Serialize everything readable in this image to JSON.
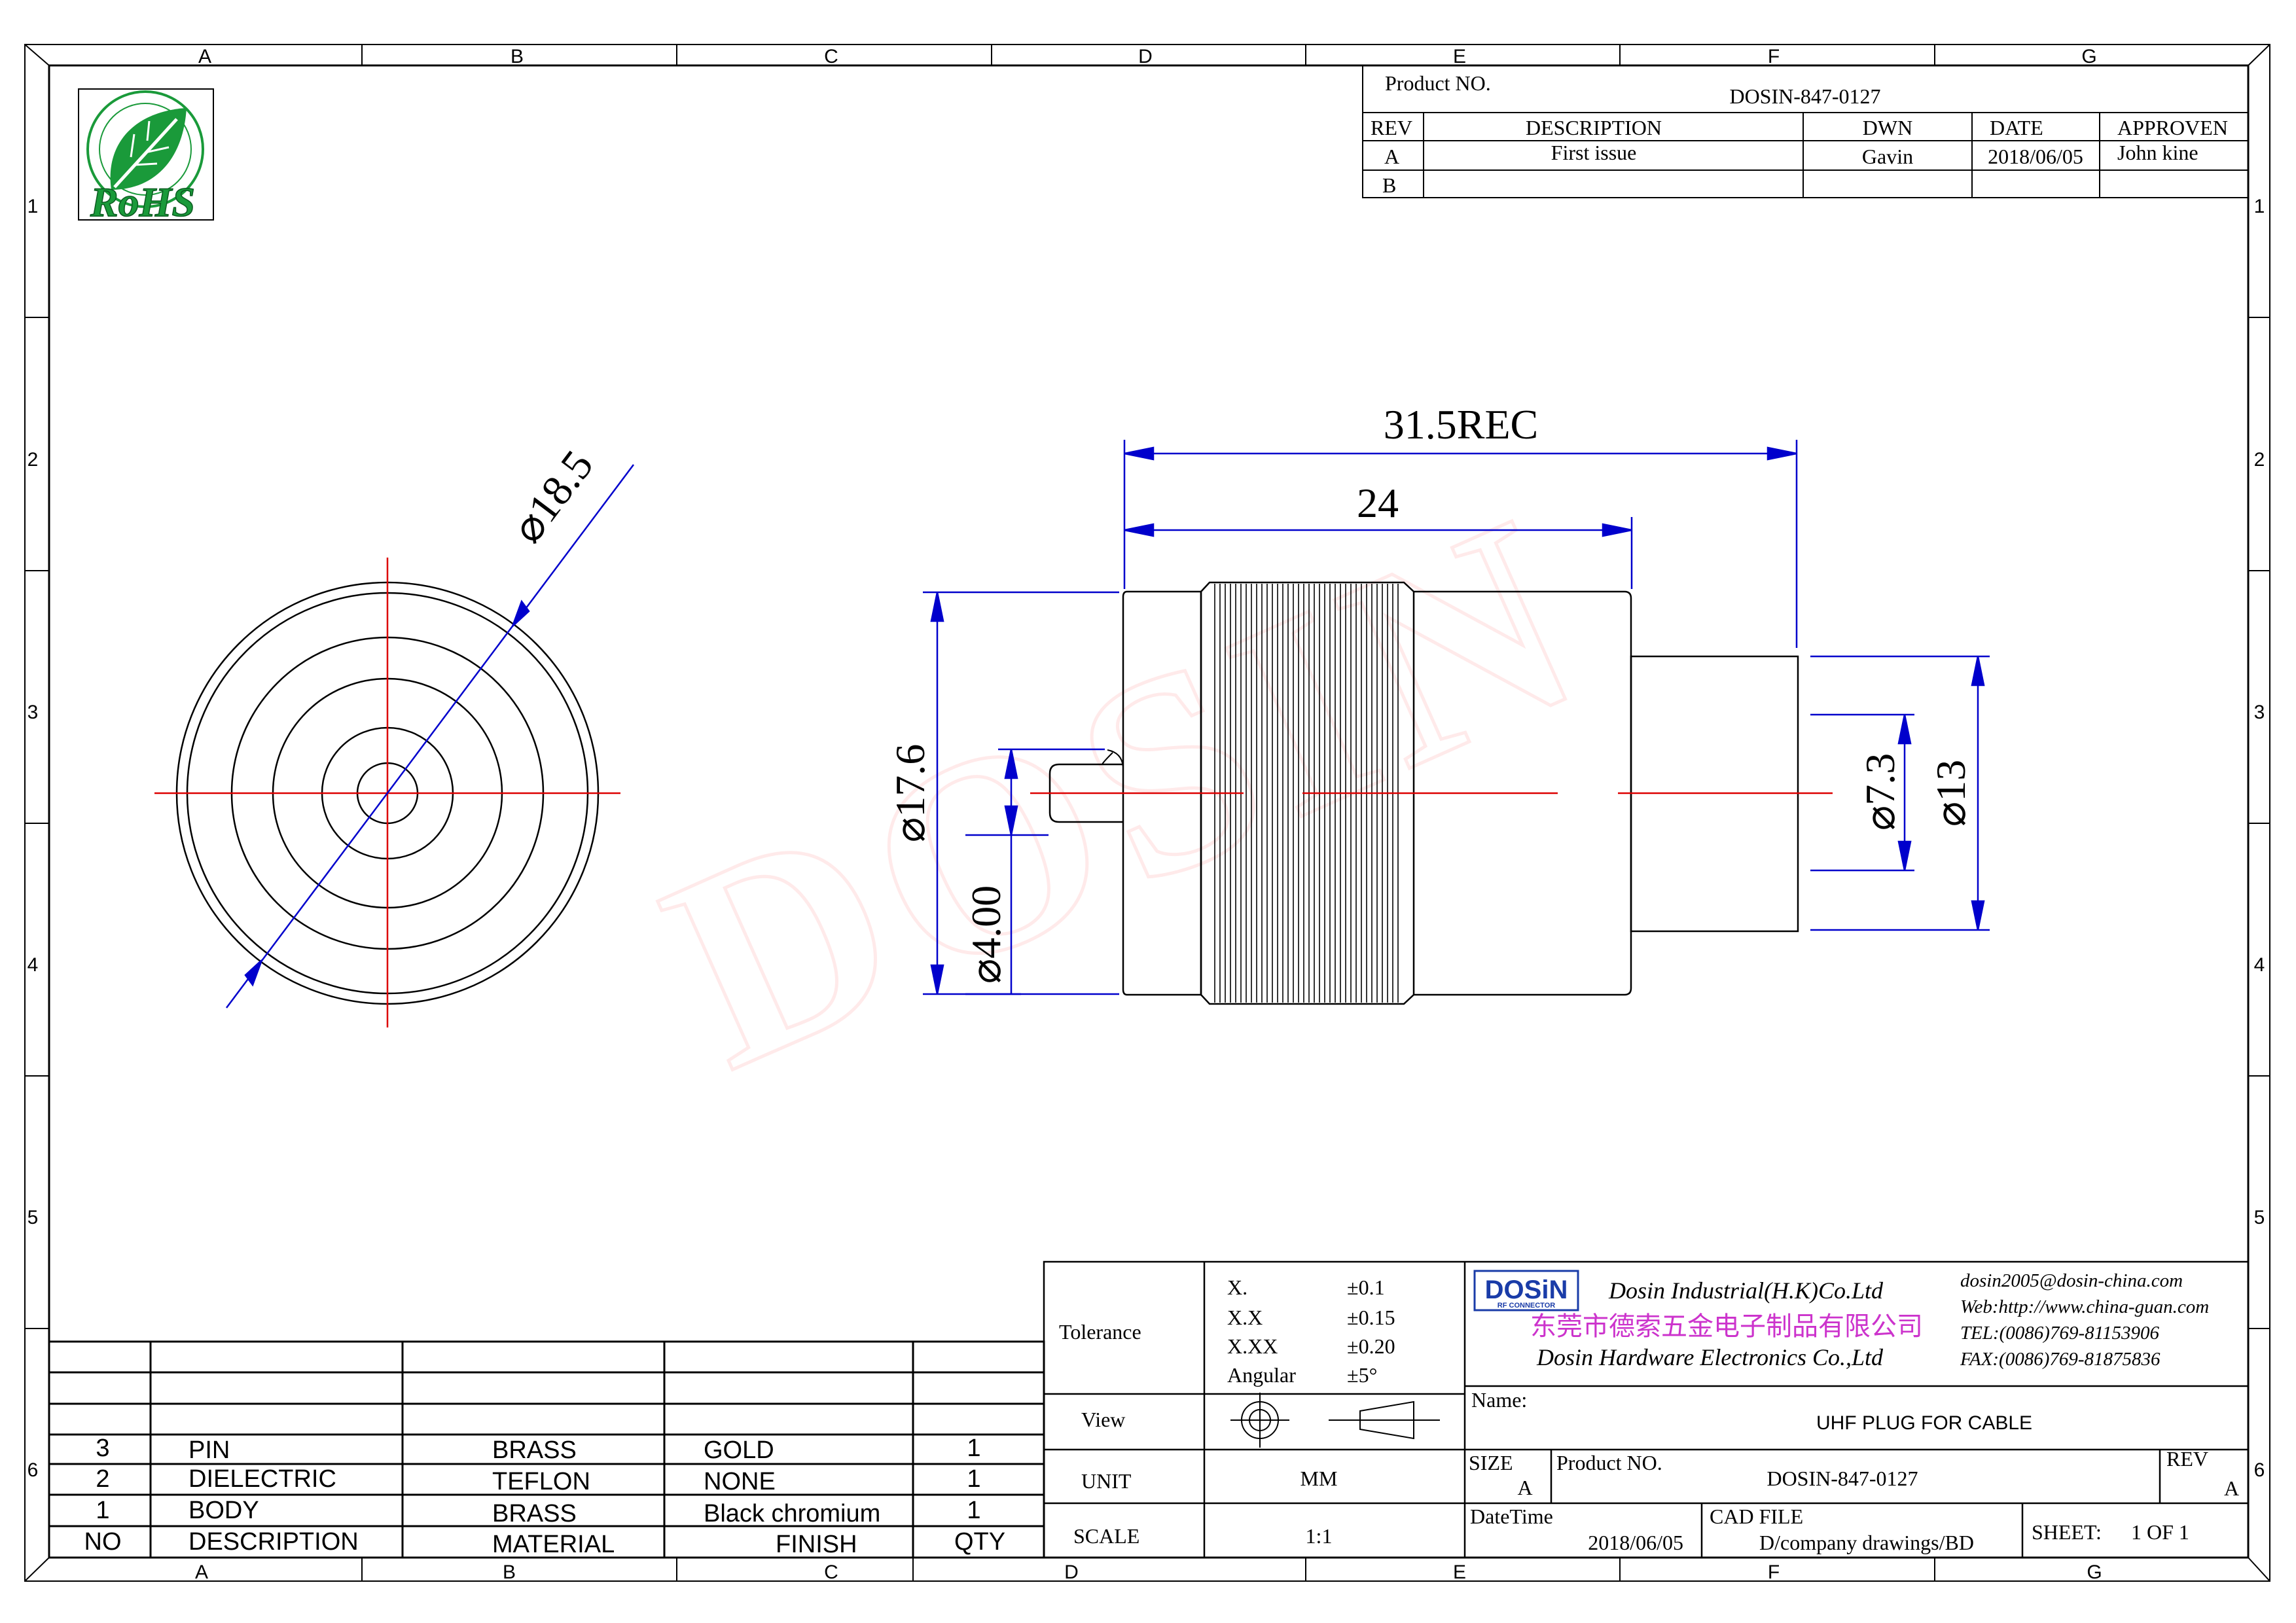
{
  "frame": {
    "columns": [
      "A",
      "B",
      "C",
      "D",
      "E",
      "F",
      "G"
    ],
    "rows": [
      "1",
      "2",
      "3",
      "4",
      "5",
      "6"
    ]
  },
  "rohs_logo": {
    "text": "RoHS"
  },
  "watermark": {
    "text": "DOSIN"
  },
  "revision_block": {
    "product_no_label": "Product NO.",
    "product_no": "DOSIN-847-0127",
    "headers": [
      "REV",
      "DESCRIPTION",
      "DWN",
      "DATE",
      "APPROVEN"
    ],
    "rows": [
      [
        "A",
        "First issue",
        "Gavin",
        "2018/06/05",
        "John kine"
      ],
      [
        "B",
        "",
        "",
        "",
        ""
      ]
    ]
  },
  "dimensions": {
    "front_diameter": "⌀18.5",
    "overall_length": "31.5REC",
    "body_length": "24",
    "body_diameter": "⌀17.6",
    "pin_diameter": "⌀4.00",
    "inner_diameter": "⌀7.3",
    "rear_diameter": "⌀13"
  },
  "bom": {
    "headers": [
      "NO",
      "DESCRIPTION",
      "MATERIAL",
      "FINISH",
      "QTY"
    ],
    "rows": [
      [
        "3",
        "PIN",
        "BRASS",
        "GOLD",
        "1"
      ],
      [
        "2",
        "DIELECTRIC",
        "TEFLON",
        "NONE",
        "1"
      ],
      [
        "1",
        "BODY",
        "BRASS",
        "Black chromium",
        "1"
      ]
    ]
  },
  "title_block": {
    "tolerance_label": "Tolerance",
    "tolerances": [
      [
        "X.",
        "±0.1"
      ],
      [
        "X.X",
        "±0.15"
      ],
      [
        "X.XX",
        "±0.20"
      ],
      [
        "Angular",
        "±5°"
      ]
    ],
    "view_label": "View",
    "unit_label": "UNIT",
    "unit_value": "MM",
    "scale_label": "SCALE",
    "scale_value": "1:1",
    "logo_text": "DOSiN",
    "logo_sub": "RF CONNECTOR",
    "company_en": "Dosin Industrial(H.K)Co.Ltd",
    "company_cn": "东莞市德索五金电子制品有限公司",
    "company_en2": "Dosin Hardware Electronics  Co.,Ltd",
    "contacts": [
      "dosin2005@dosin-china.com",
      "Web:http://www.china-guan.com",
      "TEL:(0086)769-81153906",
      "FAX:(0086)769-81875836"
    ],
    "name_label": "Name:",
    "name_value": "UHF PLUG FOR CABLE",
    "size_label": "SIZE",
    "size_value": "A",
    "product_no_label": "Product NO.",
    "product_no": "DOSIN-847-0127",
    "rev_label": "REV",
    "rev_value": "A",
    "datetime_label": "DateTime",
    "datetime_value": "2018/06/05",
    "cad_label": "CAD FILE",
    "cad_value": "D/company drawings/BD",
    "sheet_label": "SHEET:",
    "sheet_value": "1 OF 1"
  },
  "colors": {
    "line": "#000000",
    "dimension": "#0000cc",
    "centerline": "#dd0000",
    "watermark": "#ff5050",
    "logo_green": "#1a9a3a",
    "logo_blue": "#1a3ca8",
    "cn_text": "#cc33cc"
  }
}
